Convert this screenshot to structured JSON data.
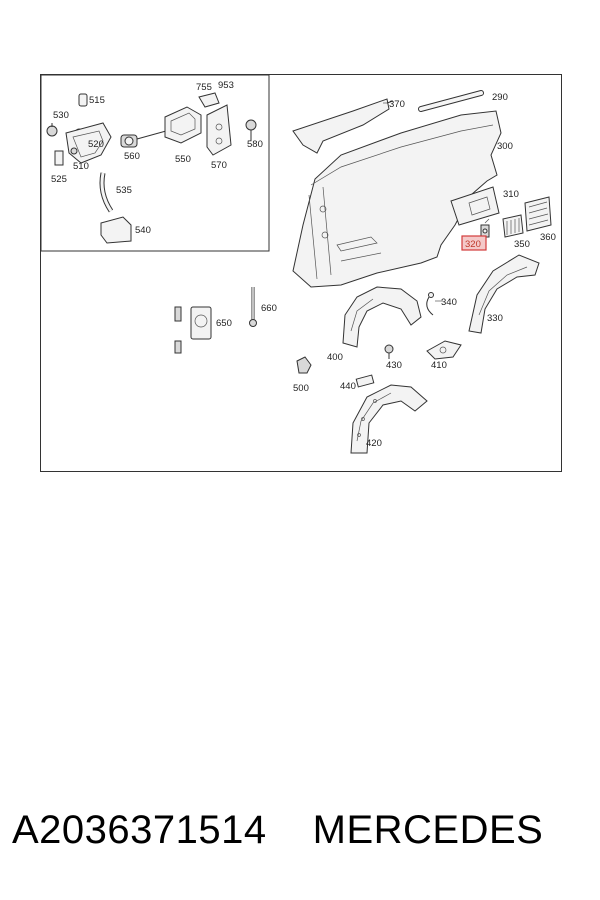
{
  "diagram": {
    "callouts": {
      "c515": "515",
      "c530": "530",
      "c520": "520",
      "c755": "755",
      "c953": "953",
      "c560": "560",
      "c550": "550",
      "c570": "570",
      "c580": "580",
      "c510": "510",
      "c525": "525",
      "c535": "535",
      "c540": "540",
      "c370": "370",
      "c290": "290",
      "c300": "300",
      "c310": "310",
      "c320": "320",
      "c350": "350",
      "c360": "360",
      "c660": "660",
      "c650": "650",
      "c340": "340",
      "c330": "330",
      "c400": "400",
      "c430": "430",
      "c410": "410",
      "c500": "500",
      "c440": "440",
      "c420": "420"
    },
    "highlighted_callout": "320",
    "highlight_color": "#d23b3b"
  },
  "footer": {
    "part_number": "A2036371514",
    "brand": "MERCEDES"
  }
}
